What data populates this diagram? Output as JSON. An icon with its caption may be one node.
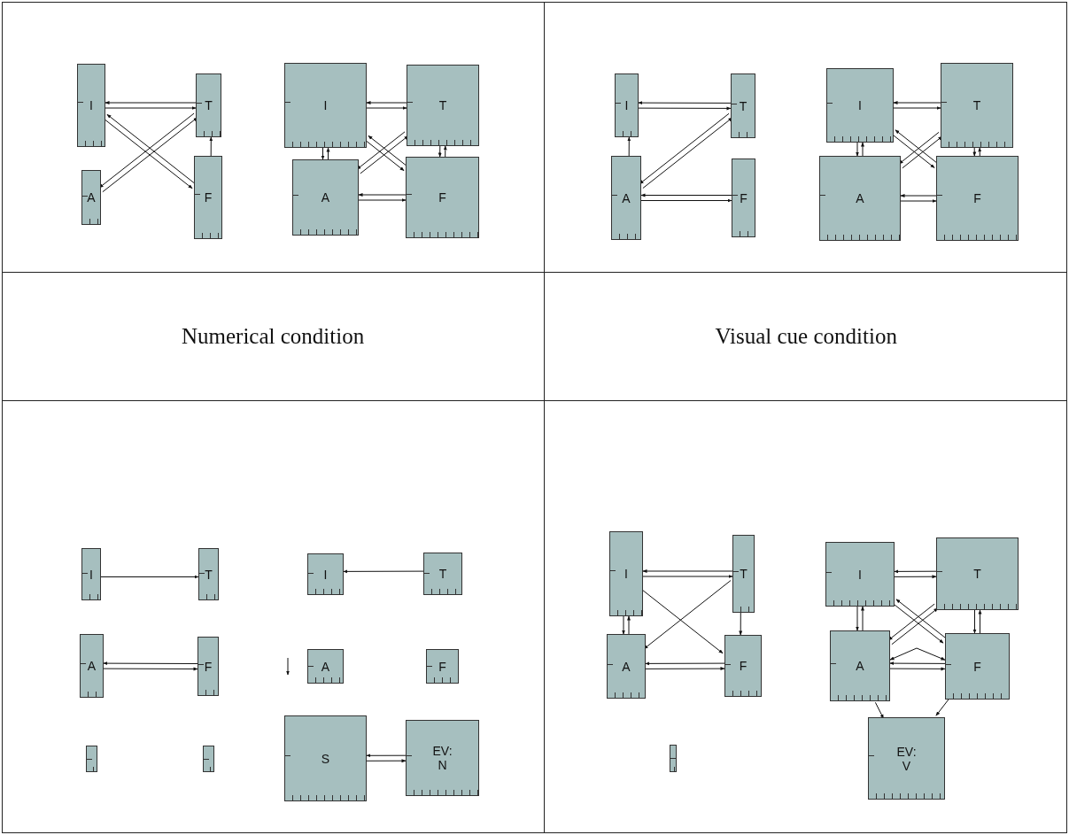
{
  "diagram": {
    "nodes": [
      {
        "text": [
          "I"
        ]
      },
      {
        "text": [
          "T"
        ]
      },
      {
        "text": [
          "A"
        ]
      },
      {
        "text": [
          "F"
        ]
      },
      {
        "text": [
          "I"
        ]
      },
      {
        "text": [
          "T"
        ]
      },
      {
        "text": [
          "A"
        ]
      },
      {
        "text": [
          "F"
        ]
      },
      {
        "text": [
          "I"
        ]
      },
      {
        "text": [
          "T"
        ]
      },
      {
        "text": [
          "A"
        ]
      },
      {
        "text": [
          "F"
        ]
      },
      {
        "text": [
          "I"
        ]
      },
      {
        "text": [
          "T"
        ]
      },
      {
        "text": [
          "A"
        ]
      },
      {
        "text": [
          "F"
        ]
      },
      {
        "text": [
          "I"
        ]
      },
      {
        "text": [
          "T"
        ]
      },
      {
        "text": [
          "A"
        ]
      },
      {
        "text": [
          "F"
        ]
      },
      {
        "text": [],
        "shape": "bar"
      },
      {
        "text": [],
        "shape": "bar"
      },
      {
        "text": [
          "I"
        ]
      },
      {
        "text": [
          "T"
        ]
      },
      {
        "text": [
          "A"
        ]
      },
      {
        "text": [
          "F"
        ]
      },
      {
        "text": [
          "S"
        ]
      },
      {
        "text": [
          "EV: N"
        ]
      },
      {
        "text": [
          "I"
        ]
      },
      {
        "text": [
          "T"
        ]
      },
      {
        "text": [
          "A"
        ]
      },
      {
        "text": [
          "F"
        ]
      },
      {
        "text": [],
        "shape": "bar"
      },
      {
        "text": [
          "I"
        ]
      },
      {
        "text": [
          "T"
        ]
      },
      {
        "text": [
          "A"
        ]
      },
      {
        "text": [
          "F"
        ]
      },
      {
        "text": [
          "EV: V"
        ]
      }
    ],
    "edges": [
      {
        "from": 0,
        "to": 1,
        "arrow": "to"
      },
      {
        "from": 1,
        "to": 0,
        "arrow": "to"
      },
      {
        "from": 0,
        "to": 3,
        "arrow": "to"
      },
      {
        "from": 3,
        "to": 0,
        "arrow": "to"
      },
      {
        "from": 2,
        "to": 1,
        "arrow": "to"
      },
      {
        "from": 1,
        "to": 2,
        "arrow": "to"
      },
      {
        "from": 3,
        "to": 1,
        "arrow": "to"
      },
      {
        "from": 4,
        "to": 5,
        "arrow": "to"
      },
      {
        "from": 5,
        "to": 4,
        "arrow": "to"
      },
      {
        "from": 4,
        "to": 6,
        "arrow": "to"
      },
      {
        "from": 6,
        "to": 4,
        "arrow": "to"
      },
      {
        "from": 5,
        "to": 7,
        "arrow": "to"
      },
      {
        "from": 7,
        "to": 5,
        "arrow": "to"
      },
      {
        "from": 4,
        "to": 7,
        "arrow": "to"
      },
      {
        "from": 7,
        "to": 4,
        "arrow": "to"
      },
      {
        "from": 6,
        "to": 5,
        "arrow": "to"
      },
      {
        "from": 5,
        "to": 6,
        "arrow": "to"
      },
      {
        "from": 7,
        "to": 6,
        "arrow": "to"
      },
      {
        "from": 6,
        "to": 7,
        "arrow": "to"
      },
      {
        "from": 8,
        "to": 9,
        "arrow": "to"
      },
      {
        "from": 9,
        "to": 8,
        "arrow": "to"
      },
      {
        "from": 10,
        "to": 8,
        "arrow": "to"
      },
      {
        "from": 10,
        "to": 9,
        "arrow": "to"
      },
      {
        "from": 9,
        "to": 10,
        "arrow": "to"
      },
      {
        "from": 10,
        "to": 11,
        "arrow": "to"
      },
      {
        "from": 11,
        "to": 10,
        "arrow": "to"
      },
      {
        "from": 12,
        "to": 13,
        "arrow": "to"
      },
      {
        "from": 13,
        "to": 12,
        "arrow": "to"
      },
      {
        "from": 12,
        "to": 14,
        "arrow": "to"
      },
      {
        "from": 14,
        "to": 12,
        "arrow": "to"
      },
      {
        "from": 13,
        "to": 15,
        "arrow": "to"
      },
      {
        "from": 15,
        "to": 13,
        "arrow": "to"
      },
      {
        "from": 14,
        "to": 13,
        "arrow": "to"
      },
      {
        "from": 13,
        "to": 14,
        "arrow": "to"
      },
      {
        "from": 12,
        "to": 15,
        "arrow": "to"
      },
      {
        "from": 15,
        "to": 12,
        "arrow": "to"
      },
      {
        "from": 14,
        "to": 15,
        "arrow": "to"
      },
      {
        "from": 15,
        "to": 14,
        "arrow": "to"
      },
      {
        "from": 16,
        "to": 17,
        "arrow": "to"
      },
      {
        "from": 18,
        "to": 19,
        "arrow": "to"
      },
      {
        "from": 19,
        "to": 18,
        "arrow": "to"
      },
      {
        "from": 23,
        "to": 22,
        "arrow": "to"
      },
      {
        "from": 26,
        "to": 27,
        "arrow": "to"
      },
      {
        "from": 27,
        "to": 26,
        "arrow": "to"
      },
      {
        "from": 28,
        "to": 29,
        "arrow": "to"
      },
      {
        "from": 29,
        "to": 28,
        "arrow": "to"
      },
      {
        "from": 28,
        "to": 30,
        "arrow": "to"
      },
      {
        "from": 30,
        "to": 28,
        "arrow": "to"
      },
      {
        "from": 29,
        "to": 31,
        "arrow": "to"
      },
      {
        "from": 28,
        "to": 31,
        "arrow": "to"
      },
      {
        "from": 29,
        "to": 30,
        "arrow": "to"
      },
      {
        "from": 30,
        "to": 31,
        "arrow": "to"
      },
      {
        "from": 31,
        "to": 30,
        "arrow": "to"
      },
      {
        "from": 33,
        "to": 34,
        "arrow": "to"
      },
      {
        "from": 34,
        "to": 33,
        "arrow": "to"
      },
      {
        "from": 33,
        "to": 35,
        "arrow": "to"
      },
      {
        "from": 35,
        "to": 33,
        "arrow": "to"
      },
      {
        "from": 34,
        "to": 36,
        "arrow": "to"
      },
      {
        "from": 36,
        "to": 34,
        "arrow": "to"
      },
      {
        "from": 35,
        "to": 34,
        "arrow": "to"
      },
      {
        "from": 34,
        "to": 35,
        "arrow": "to"
      },
      {
        "from": 33,
        "to": 36,
        "arrow": "to"
      },
      {
        "from": 36,
        "to": 33,
        "arrow": "to"
      },
      {
        "from": 35,
        "to": 36,
        "arrow": "to"
      },
      {
        "from": 36,
        "to": 35,
        "arrow": "to"
      },
      {
        "from": 35,
        "to": 37,
        "arrow": "to"
      },
      {
        "from": 36,
        "to": 37,
        "arrow": "to"
      },
      {
        "from": null,
        "to": 35,
        "arrow": "to"
      },
      {
        "from": null,
        "to": 36,
        "arrow": "to"
      }
    ],
    "labels": [
      "Numerical condition",
      "Visual cue condition"
    ]
  }
}
